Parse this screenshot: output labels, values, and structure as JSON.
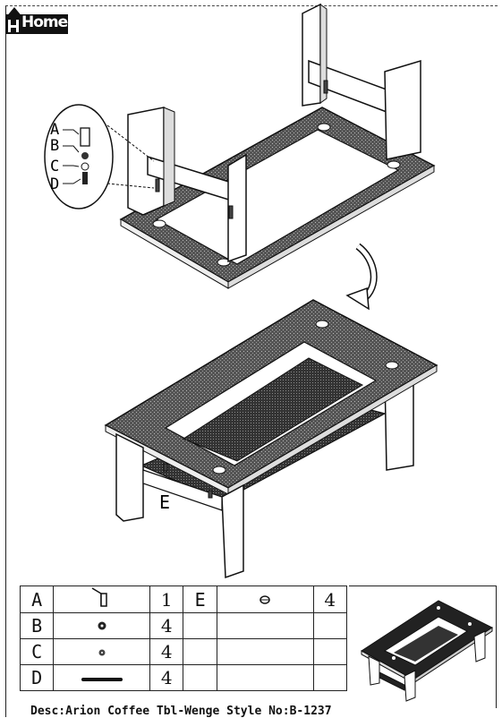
{
  "logo": {
    "text": "Home"
  },
  "diagram_labels": {
    "detail_parts": [
      "A",
      "B",
      "C",
      "D"
    ],
    "shelf_label": "E"
  },
  "parts": [
    {
      "letter": "A",
      "icon": "bracket-screw-icon",
      "qty": "1"
    },
    {
      "letter": "B",
      "icon": "washer-icon",
      "qty": "4"
    },
    {
      "letter": "C",
      "icon": "nut-icon",
      "qty": "4"
    },
    {
      "letter": "D",
      "icon": "allen-key-icon",
      "qty": "4"
    },
    {
      "letter": "E",
      "icon": "glass-pad-icon",
      "qty": "4"
    }
  ],
  "description": "Desc:Arion Coffee Tbl-Wenge Style No:B-1237"
}
